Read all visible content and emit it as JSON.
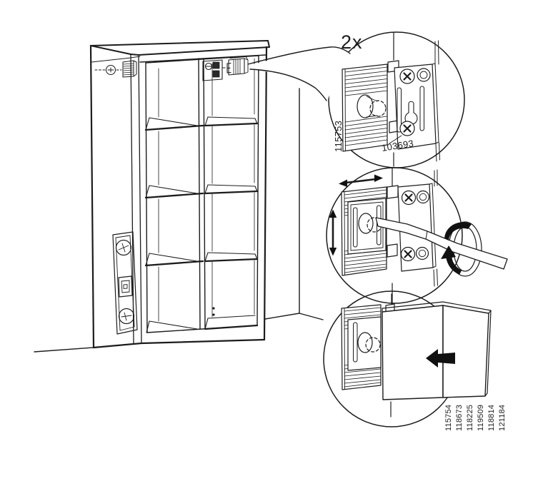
{
  "labels": {
    "quantity": "2x",
    "hinge_plate_id": "115753",
    "hinge_bracket_id": "103693",
    "door_part_ids": [
      "115754",
      "118673",
      "118225",
      "119509",
      "118814",
      "121184"
    ]
  },
  "colors": {
    "line": "#1c1c1c",
    "background": "#ffffff",
    "arrow_fill": "#111111"
  }
}
